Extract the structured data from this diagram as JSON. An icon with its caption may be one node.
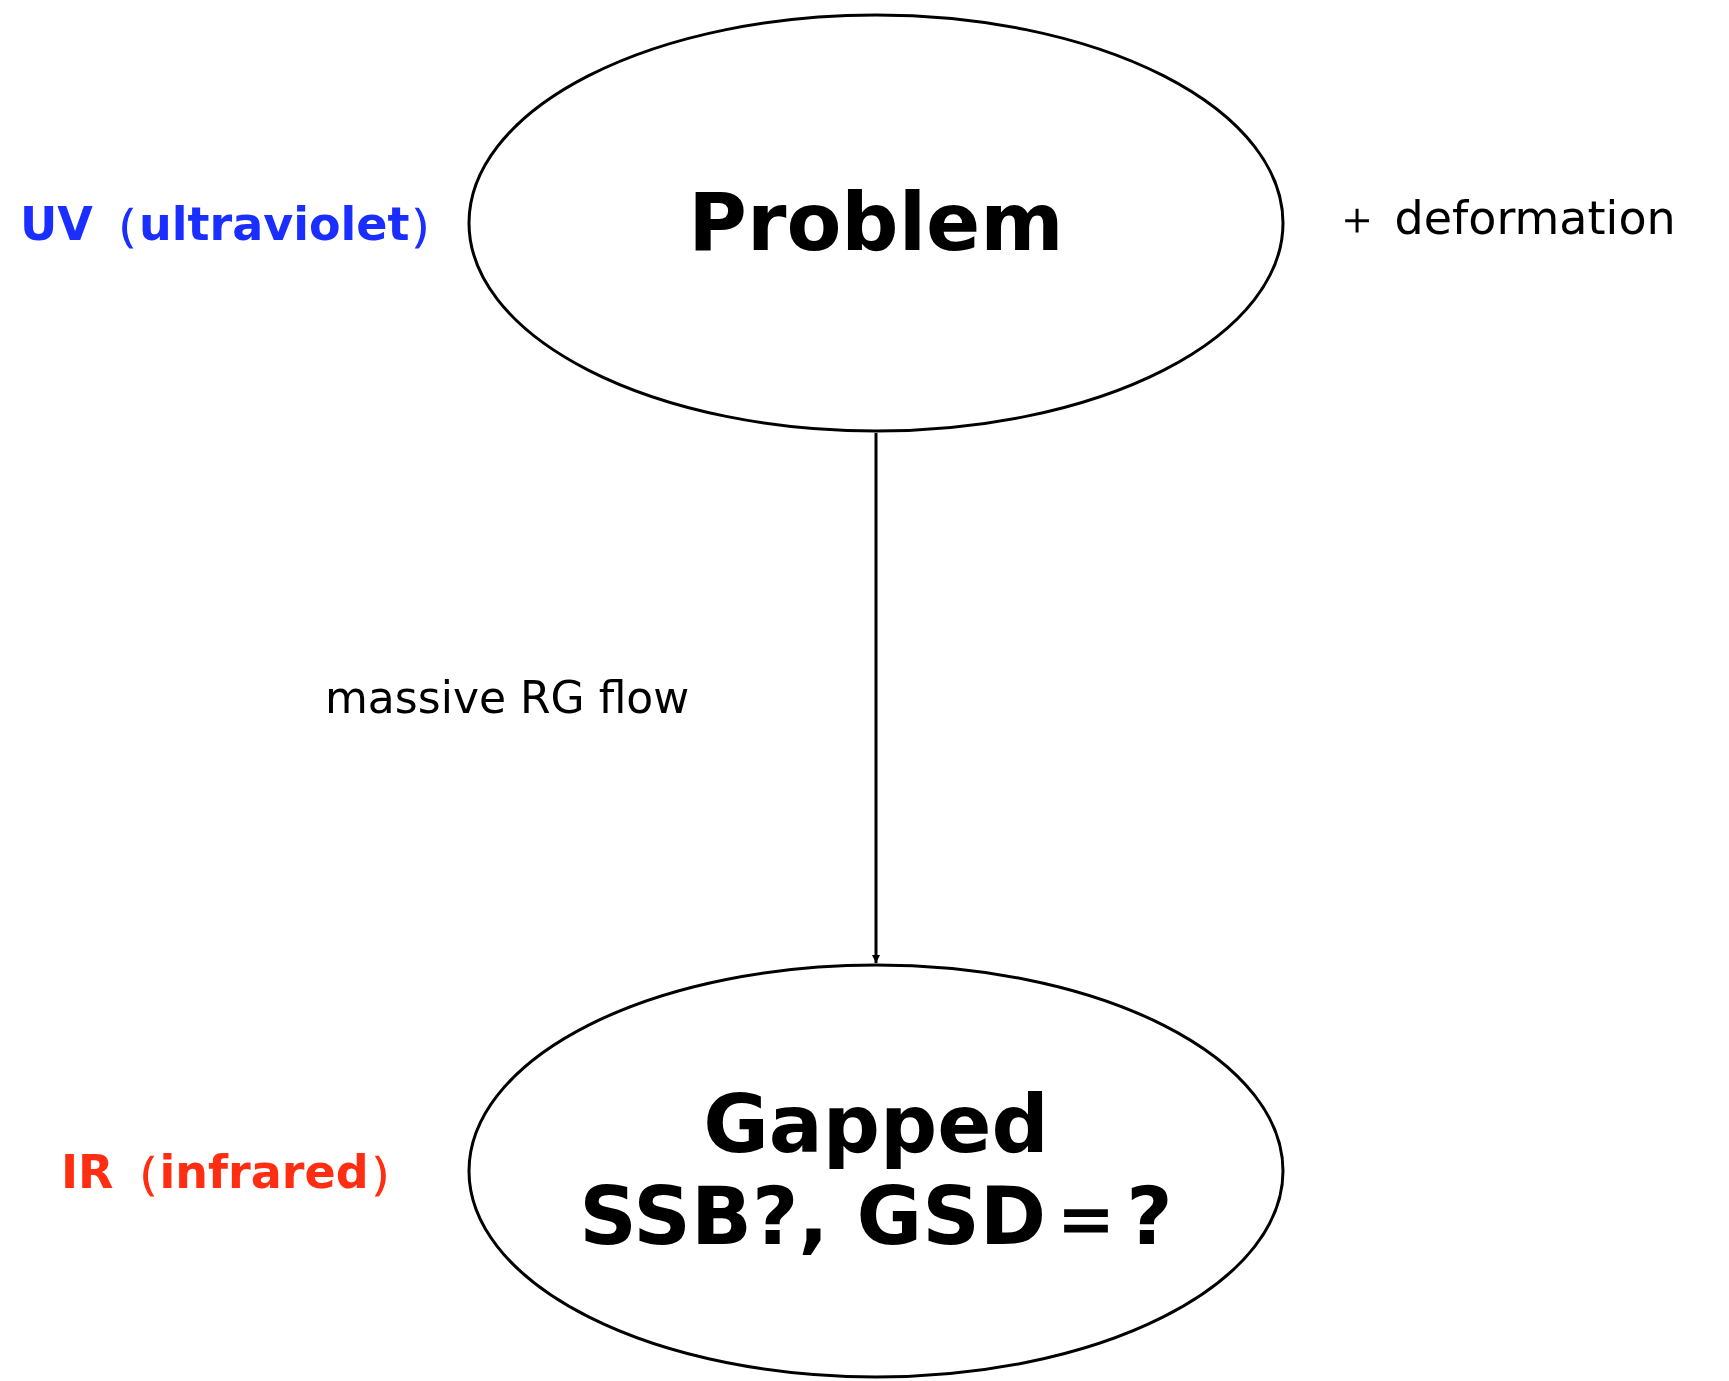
{
  "diagram": {
    "nodes": [
      {
        "text": [
          "Problem"
        ],
        "beside": [
          "＋ deformation"
        ]
      },
      {
        "text": [
          "Gapped",
          "SSB?, GSD＝?"
        ]
      }
    ],
    "edges": [
      {
        "from": 0,
        "to": 1,
        "arrow": "to",
        "label": "massive RG flow"
      }
    ],
    "labels": [
      "UV（ultraviolet）",
      "IR（infrared）"
    ]
  }
}
